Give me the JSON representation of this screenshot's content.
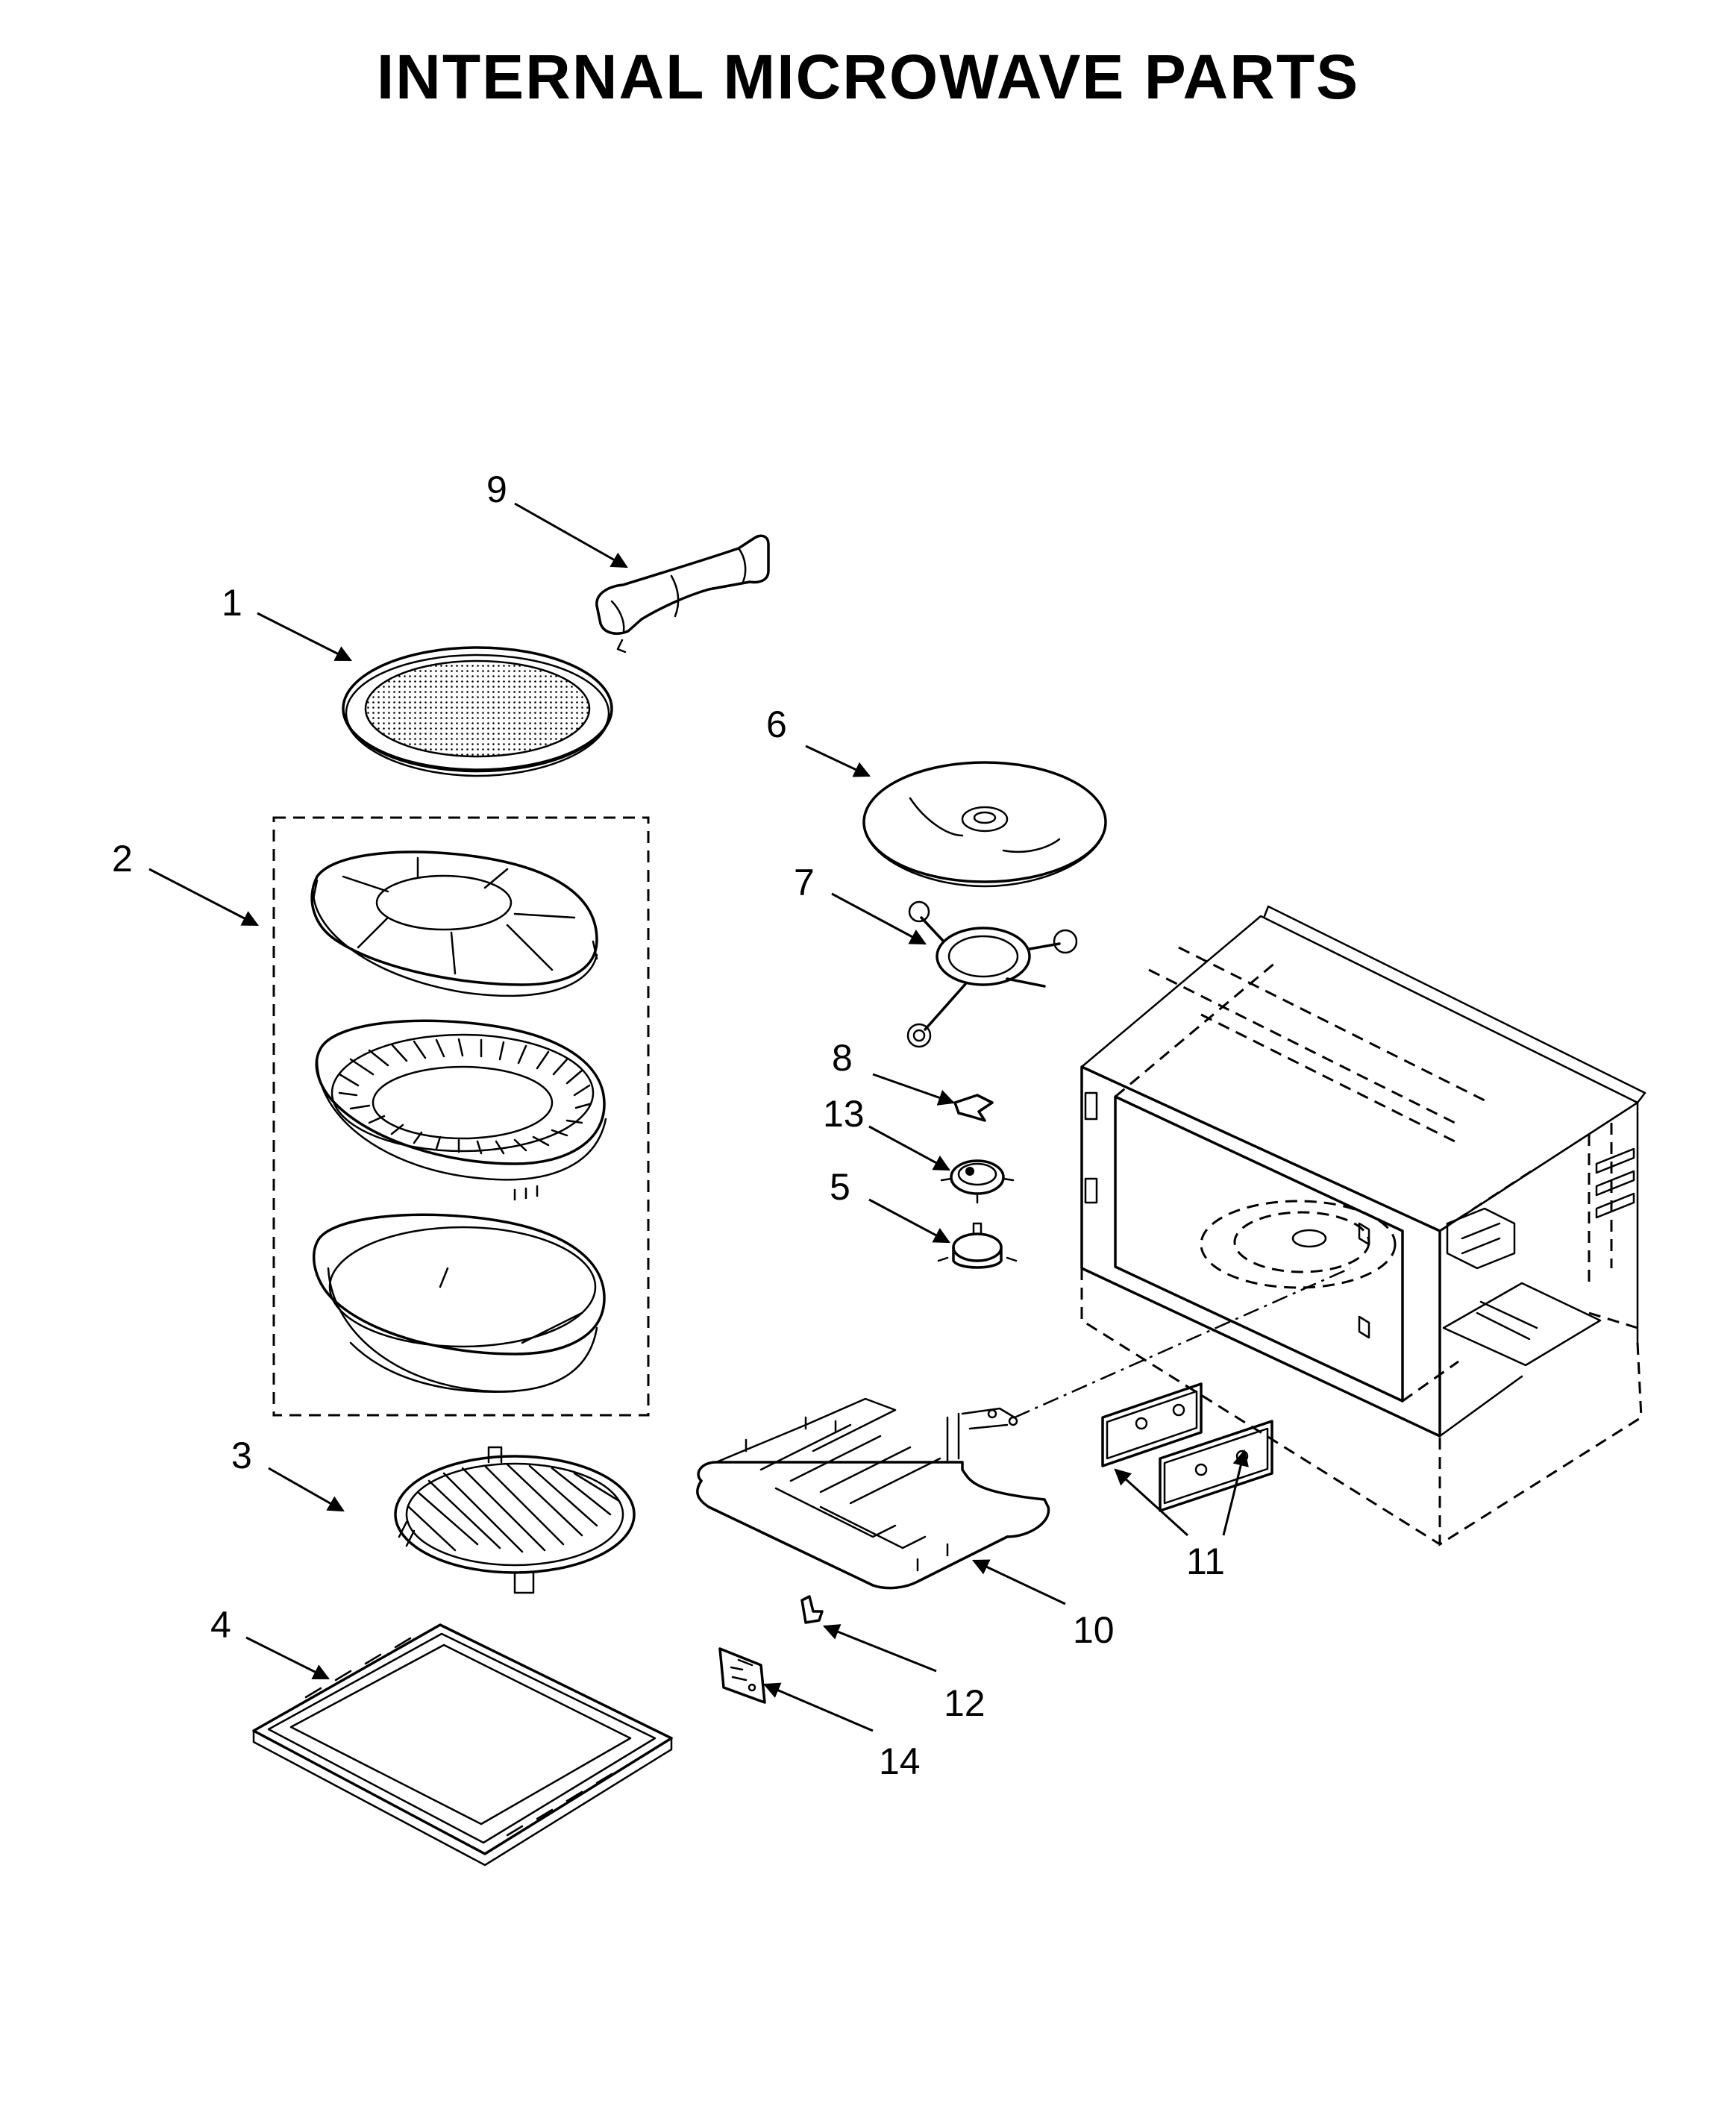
{
  "title": "INTERNAL MICROWAVE PARTS",
  "callouts": {
    "c1": "1",
    "c2": "2",
    "c3": "3",
    "c4": "4",
    "c5": "5",
    "c6": "6",
    "c7": "7",
    "c8": "8",
    "c9": "9",
    "c10": "10",
    "c11": "11",
    "c12": "12",
    "c13": "13",
    "c14": "14"
  }
}
